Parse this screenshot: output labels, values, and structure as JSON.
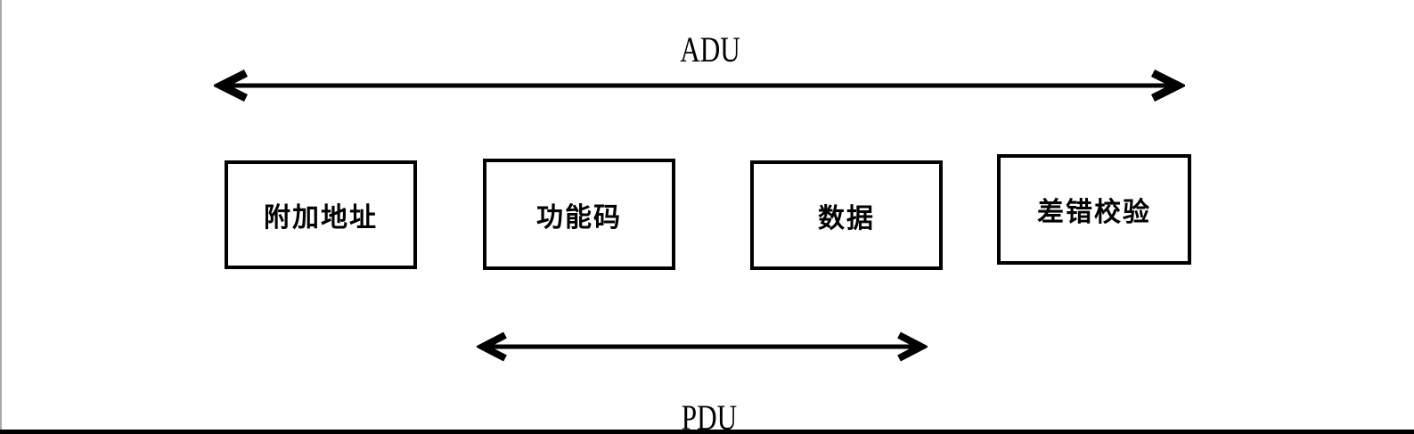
{
  "diagram": {
    "title_top": "ADU",
    "title_bottom": "PDU",
    "boxes": [
      {
        "label": "附加地址"
      },
      {
        "label": "功能码"
      },
      {
        "label": "数据"
      },
      {
        "label": "差错校验"
      }
    ],
    "colors": {
      "line": "#000000",
      "background": "#ffffff",
      "frame_left": "#a8a8a8"
    }
  }
}
